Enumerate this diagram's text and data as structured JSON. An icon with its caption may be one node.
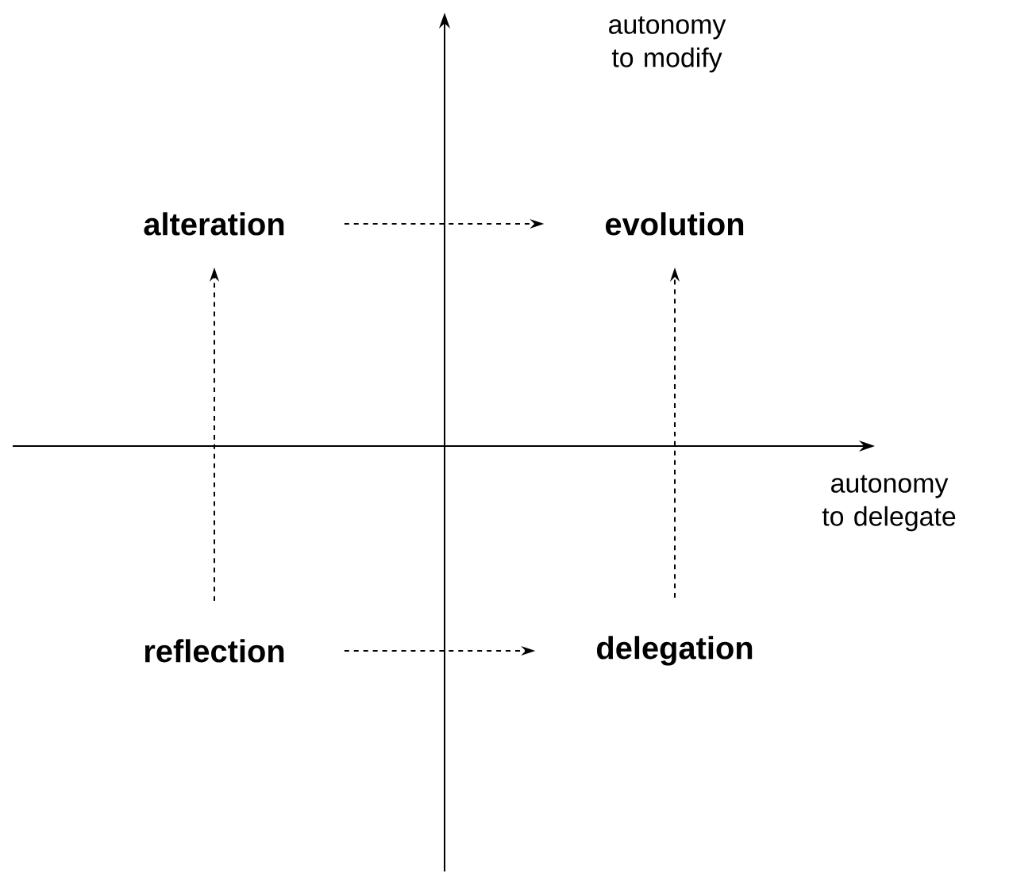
{
  "diagram": {
    "nodes": [
      {
        "text": [
          "alteration"
        ]
      },
      {
        "text": [
          "evolution"
        ]
      },
      {
        "text": [
          "reflection"
        ]
      },
      {
        "text": [
          "delegation"
        ]
      }
    ],
    "edges": [
      {
        "from": 0,
        "to": 1,
        "arrow": "to",
        "style": "dashed"
      },
      {
        "from": 2,
        "to": 3,
        "arrow": "to",
        "style": "dashed"
      },
      {
        "from": 2,
        "to": 0,
        "arrow": "to",
        "style": "dashed"
      },
      {
        "from": 3,
        "to": 1,
        "arrow": "to",
        "style": "dashed"
      }
    ],
    "labels": [
      "autonomy to modify",
      "autonomy to delegate"
    ]
  }
}
